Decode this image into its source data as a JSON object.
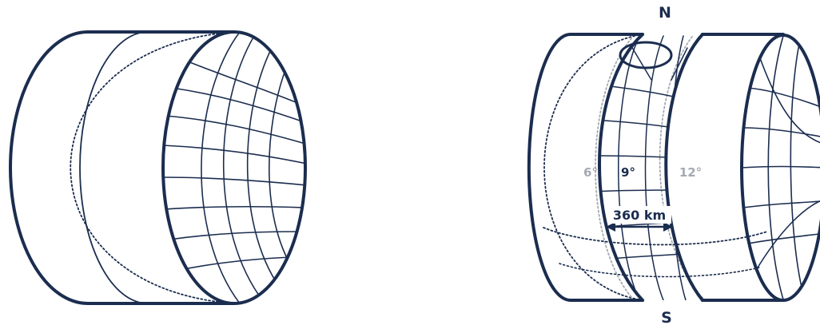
{
  "colors": {
    "ink": "#1b2d4f",
    "grey": "#a4a9b3",
    "background": "#ffffff"
  },
  "labels": {
    "north": "N",
    "south": "S",
    "meridian_left": "6°",
    "meridian_center": "9°",
    "meridian_right": "12°",
    "zone_width": "360 km"
  }
}
